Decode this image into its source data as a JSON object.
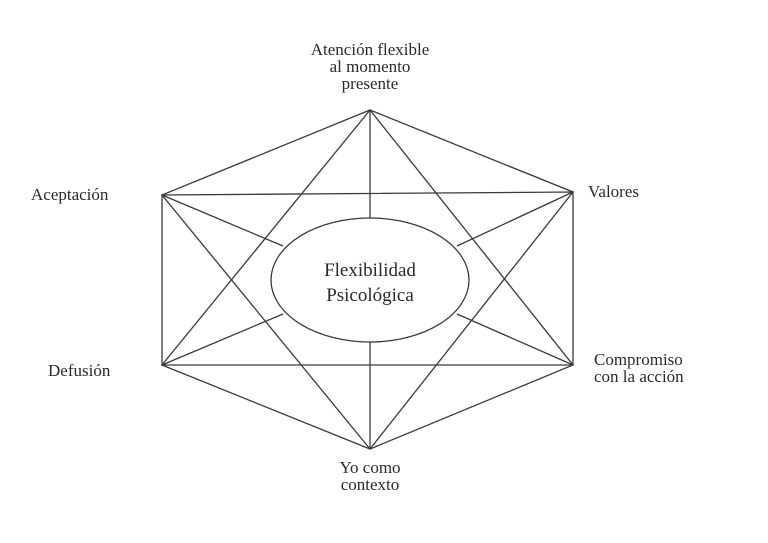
{
  "center": {
    "line1": "Flexibilidad",
    "line2": "Psicológica"
  },
  "nodes": {
    "top": {
      "lines": [
        "Atención flexible",
        "al momento",
        "presente"
      ]
    },
    "upper_right": {
      "lines": [
        "Valores"
      ]
    },
    "lower_right": {
      "lines": [
        "Compromiso",
        "con la acción"
      ]
    },
    "bottom": {
      "lines": [
        "Yo como",
        "contexto"
      ]
    },
    "lower_left": {
      "lines": [
        "Defusión"
      ]
    },
    "upper_left": {
      "lines": [
        "Aceptación"
      ]
    }
  },
  "colors": {
    "line": "#3a3a3a",
    "text": "#2a2a2a",
    "background": "#ffffff"
  }
}
